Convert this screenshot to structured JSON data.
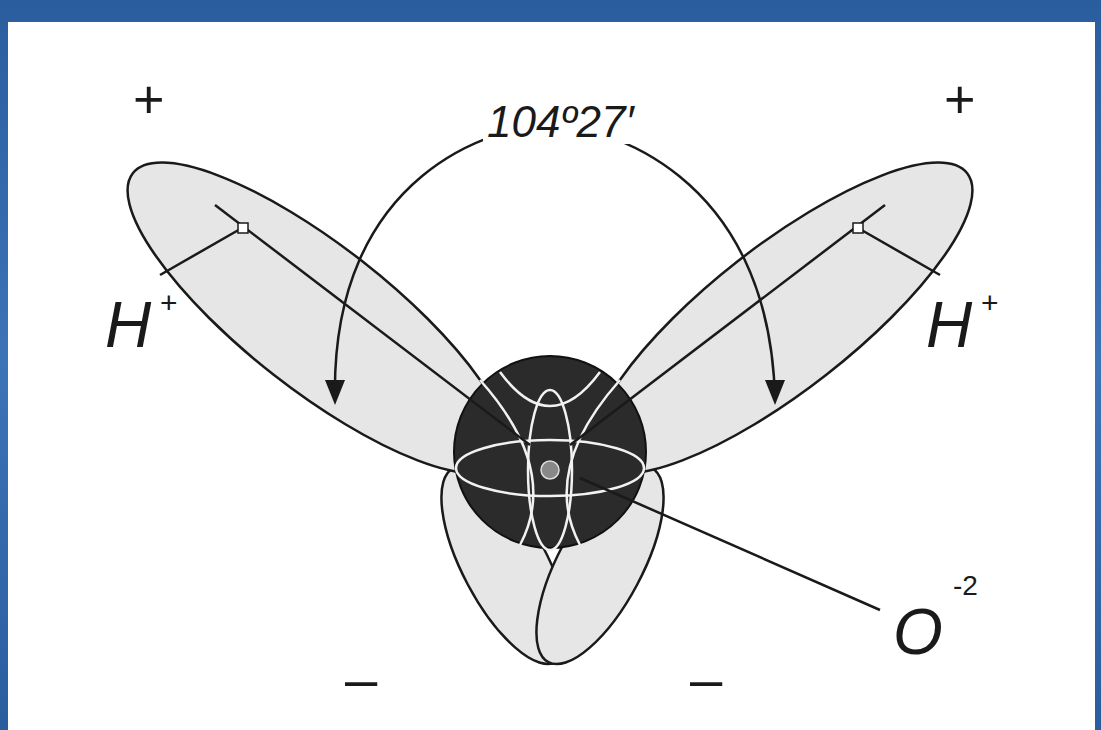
{
  "diagram": {
    "labels": [
      "+",
      "+",
      "104º27′",
      "H",
      "+",
      "H",
      "+",
      "O",
      "-2",
      "–",
      "–"
    ]
  }
}
